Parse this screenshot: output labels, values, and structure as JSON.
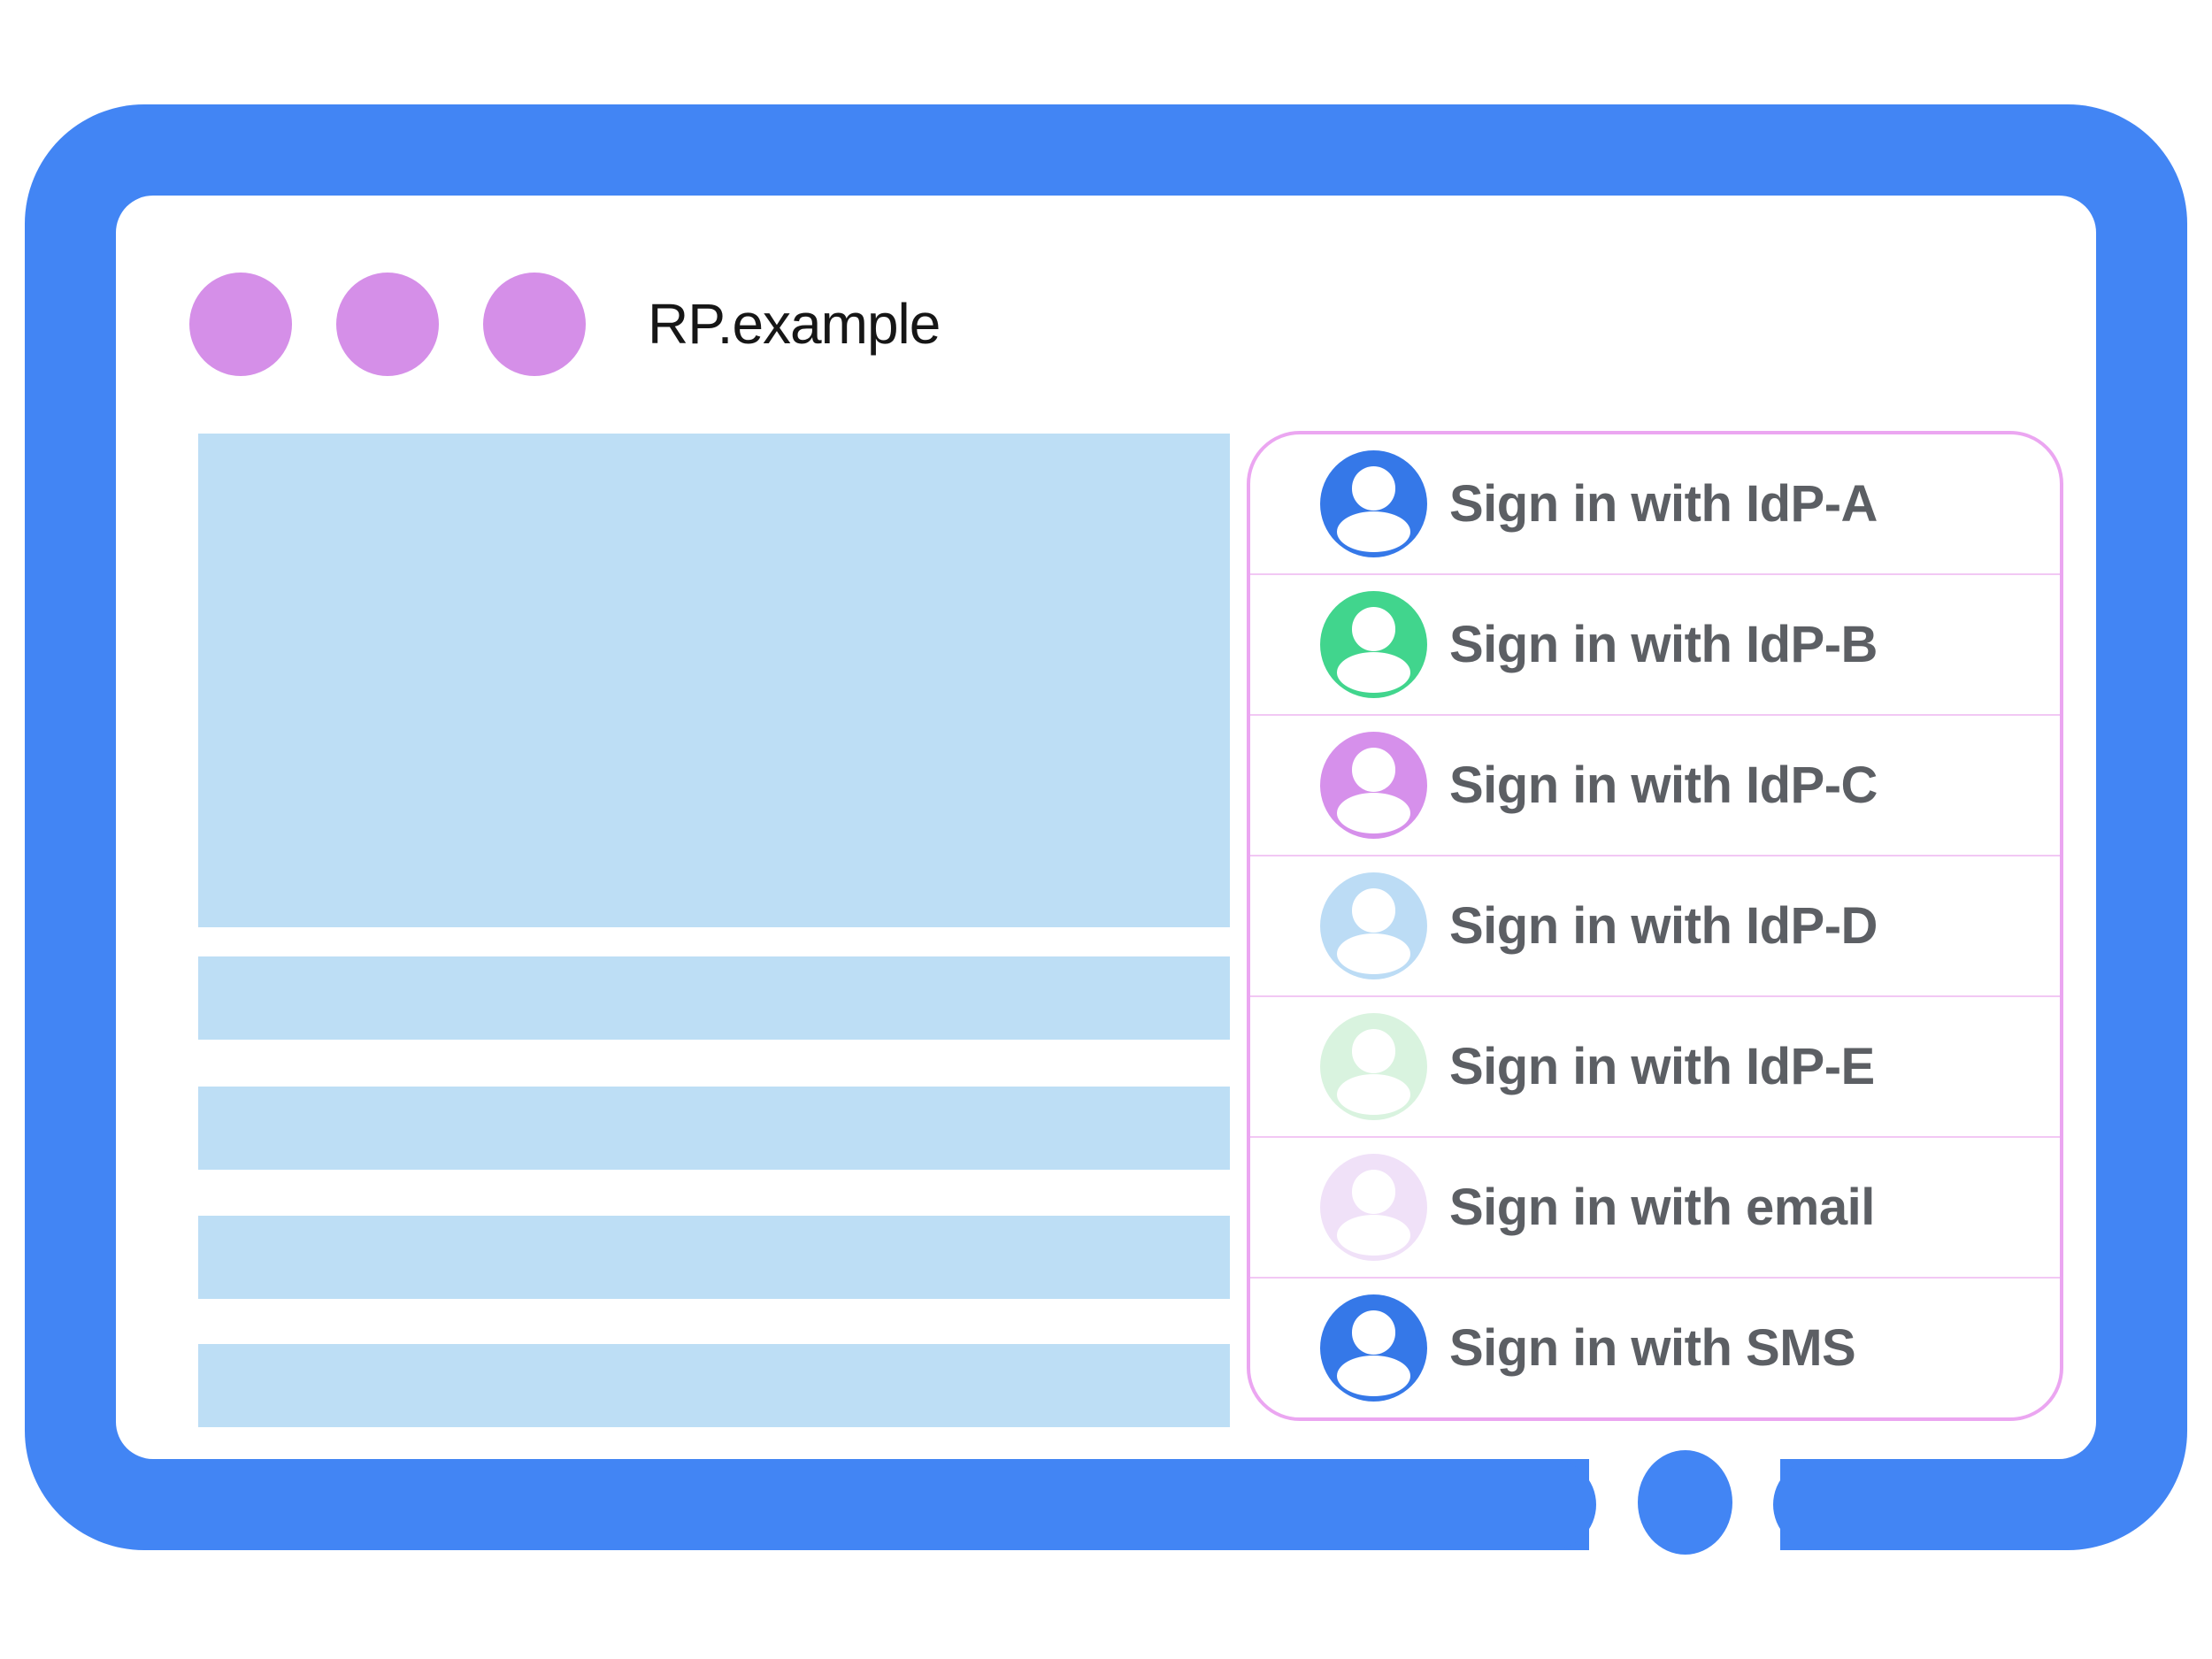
{
  "palette": {
    "frame_blue": "#4285F4",
    "block_blue": "#BDDEF5",
    "dot_purple": "#D58FE8",
    "panel_border_pink": "#EBA6F1",
    "divider_pink": "#F2C8F4",
    "label_gray": "#5C5F64",
    "title_black": "#161616",
    "avatar_person_white": "#FFFFFF"
  },
  "browser": {
    "title": "RP.example",
    "window_control_dot_count": 3
  },
  "placeholders": {
    "hero_block_count": 1,
    "text_bar_count": 4
  },
  "signin_panel": {
    "items": [
      {
        "label": "Sign in with IdP-A",
        "avatar_color": "#3578E8"
      },
      {
        "label": "Sign in with IdP-B",
        "avatar_color": "#41D58D"
      },
      {
        "label": "Sign in with IdP-C",
        "avatar_color": "#D690EB"
      },
      {
        "label": "Sign in with IdP-D",
        "avatar_color": "#BCDCF5"
      },
      {
        "label": "Sign in with IdP-E",
        "avatar_color": "#D9F3DF"
      },
      {
        "label": "Sign in with email",
        "avatar_color": "#F0E1F8"
      },
      {
        "label": "Sign in with SMS",
        "avatar_color": "#3578E8"
      }
    ]
  }
}
